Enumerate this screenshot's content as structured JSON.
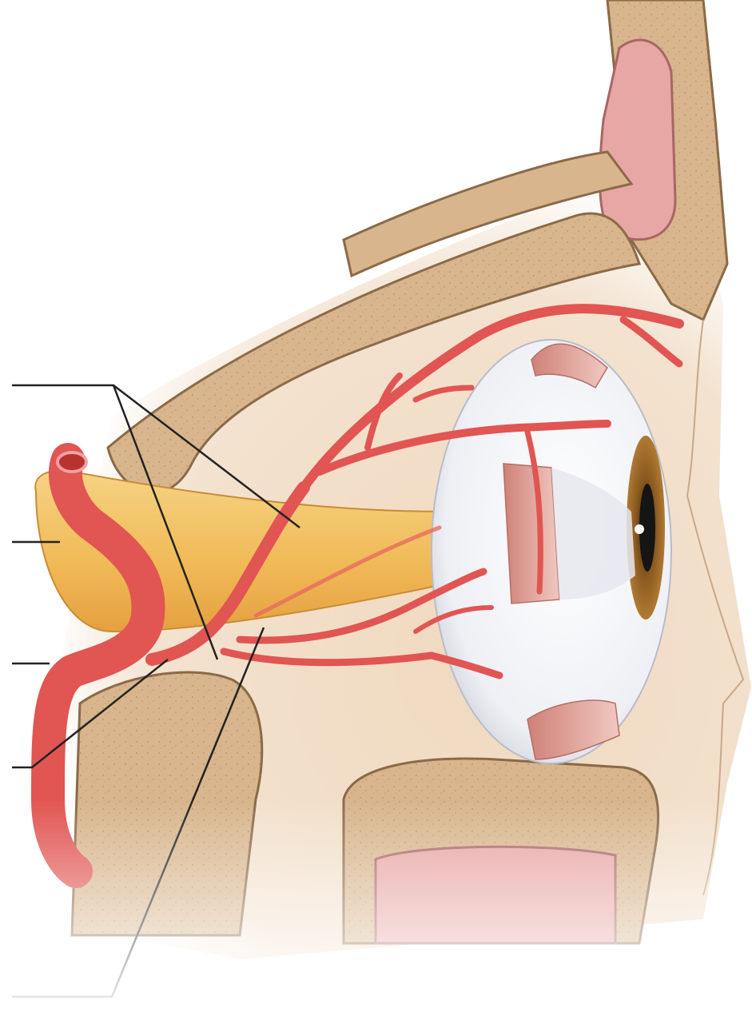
{
  "figure": {
    "subject": "orbit-arterial-supply-lateral-view",
    "structures": [
      {
        "id": "bone",
        "color": "#d8b58c"
      },
      {
        "id": "bone-edge",
        "color": "#8a6a48"
      },
      {
        "id": "soft-tissue",
        "color": "#f1ddc6"
      },
      {
        "id": "sinus",
        "color": "#e7a7a4"
      },
      {
        "id": "artery",
        "color": "#e15552"
      },
      {
        "id": "artery-dark",
        "color": "#b8322f"
      },
      {
        "id": "optic-nerve",
        "color": "#f2c068"
      },
      {
        "id": "sclera",
        "color": "#f3f4f8"
      },
      {
        "id": "iris",
        "color": "#8b5a1f"
      },
      {
        "id": "muscle",
        "color": "#d98f86"
      }
    ],
    "leader_line_color": "#222222",
    "labels": []
  }
}
